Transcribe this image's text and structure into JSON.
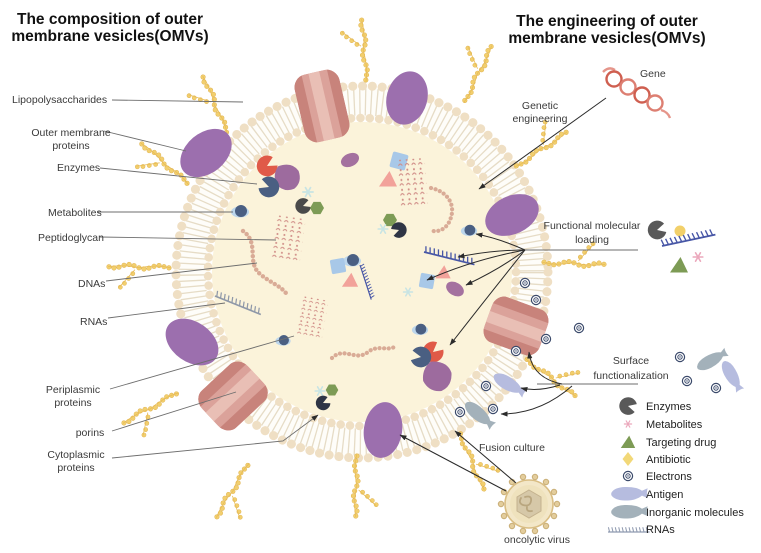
{
  "titles": {
    "left": [
      "The composition of outer",
      "membrane vesicles(OMVs)"
    ],
    "right": [
      "The engineering of outer",
      "membrane vesicles(OMVs)"
    ]
  },
  "comp": {
    "lipopolysaccharides": "Lipopolysaccharides",
    "outer_membrane_proteins": [
      "Outer membrane",
      "proteins"
    ],
    "enzymes": "Enzymes",
    "metabolites": "Metabolites",
    "peptidoglycan": "Peptidoglycan",
    "dnas": "DNAs",
    "rnas": "RNAs",
    "periplasmic_proteins": [
      "Periplasmic",
      "proteins"
    ],
    "porins": "porins",
    "cytoplasmic_proteins": [
      "Cytoplasmic",
      "proteins"
    ]
  },
  "eng": {
    "gene": "Gene",
    "genetic_engineering": [
      "Genetic",
      "engineering"
    ],
    "functional_loading": [
      "Functional molecular",
      "loading"
    ],
    "surface_functionalization": [
      "Surface",
      "functionalization"
    ],
    "fusion_culture": "Fusion culture",
    "oncolytic_virus": "oncolytic virus"
  },
  "legend": {
    "items": [
      {
        "label": "Enzymes",
        "icon": "pacman-dark"
      },
      {
        "label": "Metabolites",
        "icon": "asterisk-pink"
      },
      {
        "label": "Targeting drug",
        "icon": "triangle-green"
      },
      {
        "label": "Antibiotic",
        "icon": "diamond-yellow"
      },
      {
        "label": "Electrons",
        "icon": "circled-dot"
      },
      {
        "label": "Antigen",
        "icon": "blob-periwinkle"
      },
      {
        "label": "Inorganic molecules",
        "icon": "blob-gray"
      },
      {
        "label": "RNAs",
        "icon": "comb-line"
      }
    ]
  },
  "colors": {
    "interior_cream": "#fbf3da",
    "membrane_bead": "#efdfc4",
    "omp_purple": "#9c6fae",
    "porin_pink": "#dba29a",
    "lps_yellow": "#f2cf6e",
    "enzyme_dark": "#595959",
    "enzyme_red": "#e05a48",
    "enzyme_navy": "#4a5f82",
    "targeting_green": "#7d9b55",
    "metabolite_pink": "#eba8bc",
    "antibiotic_yellow": "#f2d878",
    "electron_navy": "#3b4a6b",
    "antigen_periwinkle": "#b6bcdf",
    "inorganic_gray": "#a3b1ba",
    "rna_navy": "#4756a6",
    "dna_tan": "#d9ab96",
    "peptidoglycan_pink": "#d08c86",
    "gene_red": "#cf5f50"
  }
}
